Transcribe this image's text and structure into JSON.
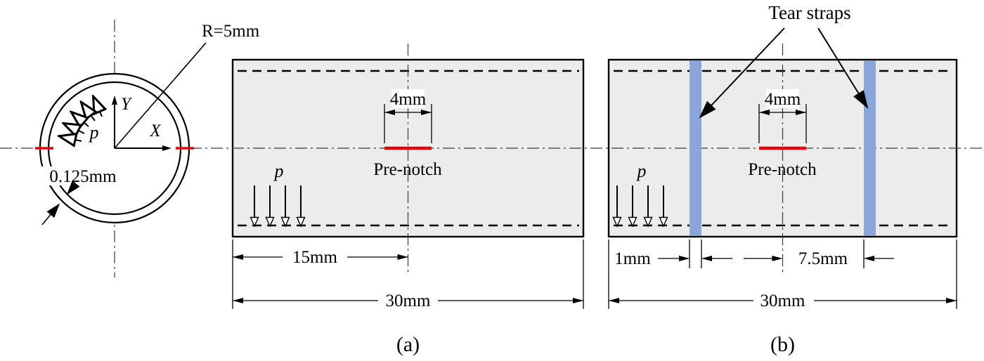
{
  "colors": {
    "red": "#e8000b",
    "strap_blue": "#8aa6d8",
    "label_blue": "#3333cc",
    "panel_fill": "#ececec"
  },
  "cross_section": {
    "radius_label": "R=5mm",
    "thickness_label": "0.125mm",
    "axis_x": "X",
    "axis_y": "Y",
    "pressure_label": "p"
  },
  "panel_a": {
    "caption": "(a)",
    "notch_width_label": "4mm",
    "pre_notch_label": "Pre-notch",
    "pressure_label": "p",
    "half_length_label": "15mm",
    "length_label": "30mm"
  },
  "panel_b": {
    "caption": "(b)",
    "tear_straps_label": "Tear straps",
    "notch_width_label": "4mm",
    "pre_notch_label": "Pre-notch",
    "pressure_label": "p",
    "strap_width_label": "1mm",
    "strap_offset_label": "7.5mm",
    "length_label": "30mm"
  }
}
